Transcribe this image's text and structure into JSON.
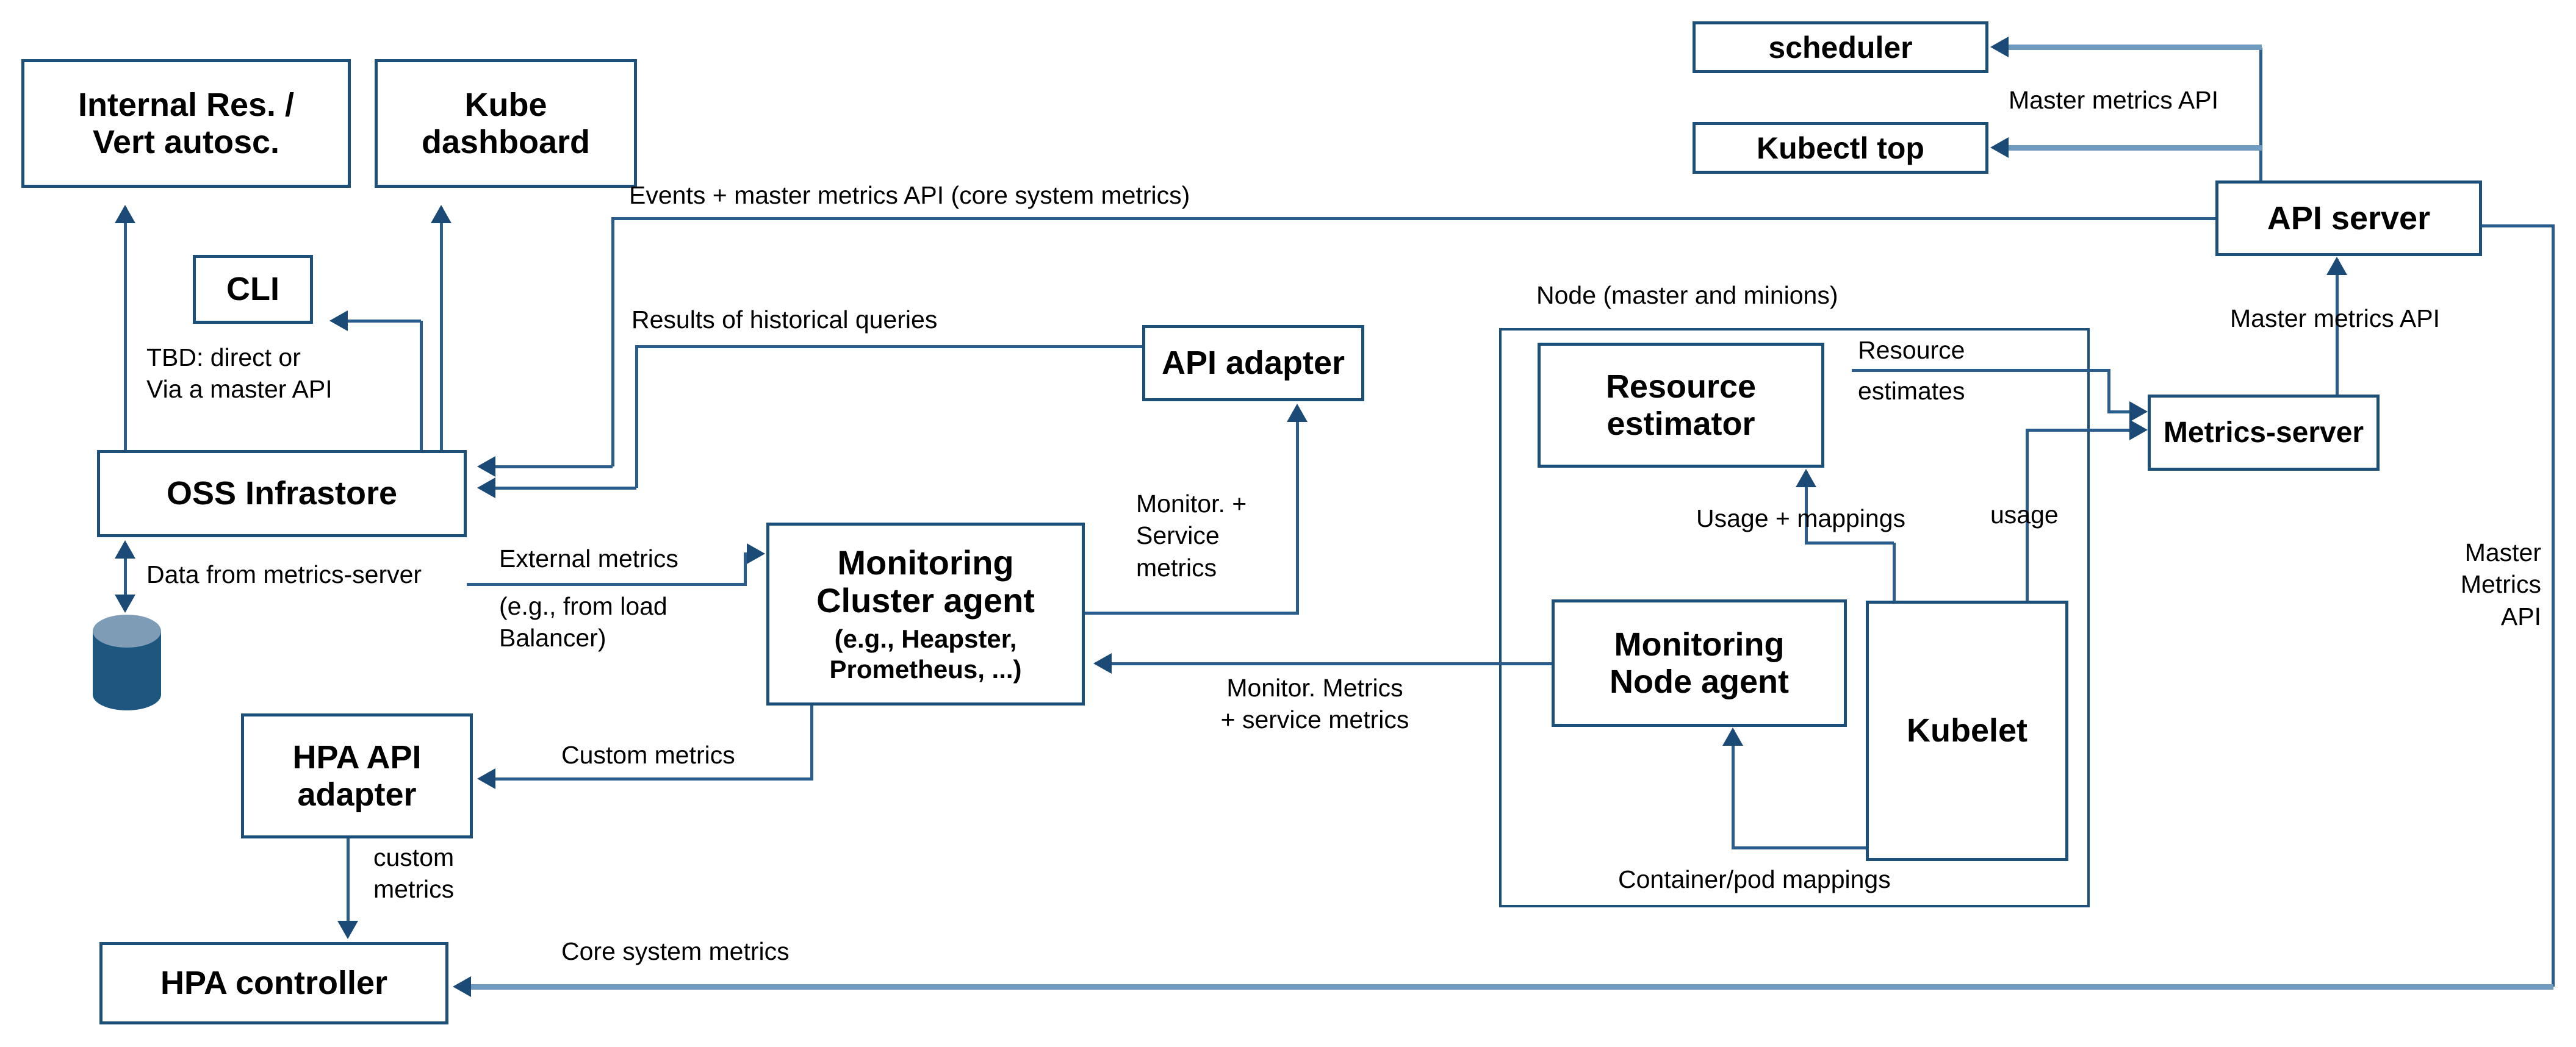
{
  "nodes": {
    "internal_res": "Internal Res. /\nVert autosc.",
    "kube_dashboard": "Kube\ndashboard",
    "cli": "CLI",
    "oss_infrastore": "OSS Infrastore",
    "api_adapter": "API adapter",
    "monitoring_cluster_agent": {
      "title": "Monitoring\nCluster agent",
      "subtitle": "(e.g., Heapster,\nPrometheus, ...)"
    },
    "hpa_api_adapter": "HPA API\nadapter",
    "hpa_controller": "HPA controller",
    "scheduler": "scheduler",
    "kubectl_top": "Kubectl top",
    "api_server": "API server",
    "node_group": "Node (master and minions)",
    "resource_estimator": "Resource\nestimator",
    "monitoring_node_agent": "Monitoring\nNode agent",
    "kubelet": "Kubelet",
    "metrics_server": "Metrics-server"
  },
  "labels": {
    "events": "Events + master metrics API (core system metrics)",
    "results": "Results of historical queries",
    "tbd": "TBD: direct or\nVia a master API",
    "data_from": "Data from metrics-server",
    "external_metrics_1": "External metrics",
    "external_metrics_2": "(e.g., from load\nBalancer)",
    "monitor_service": "Monitor. +\nService\nmetrics",
    "monitor_metrics": "Monitor. Metrics\n+ service metrics",
    "custom_metrics": "Custom metrics",
    "custom_metrics_small": "custom\nmetrics",
    "core_system": "Core system metrics",
    "master_metrics_top": "Master metrics API",
    "master_metrics_mid": "Master metrics API",
    "master_metrics_right": "Master\nMetrics\nAPI",
    "resource_estimates_1": "Resource",
    "resource_estimates_2": "estimates",
    "usage_mappings": "Usage + mappings",
    "usage": "usage",
    "container_pod": "Container/pod mappings"
  },
  "icons": {
    "database": "database-cylinder-icon"
  },
  "colors": {
    "box_border": "#1d5078",
    "line": "#2a5d8c",
    "arrow": "#1a4a75",
    "thick_line": "#6f9bc0",
    "cylinder_body": "#1d567f",
    "cylinder_top": "#7e9cb6",
    "text": "#000000",
    "background": "#ffffff"
  }
}
